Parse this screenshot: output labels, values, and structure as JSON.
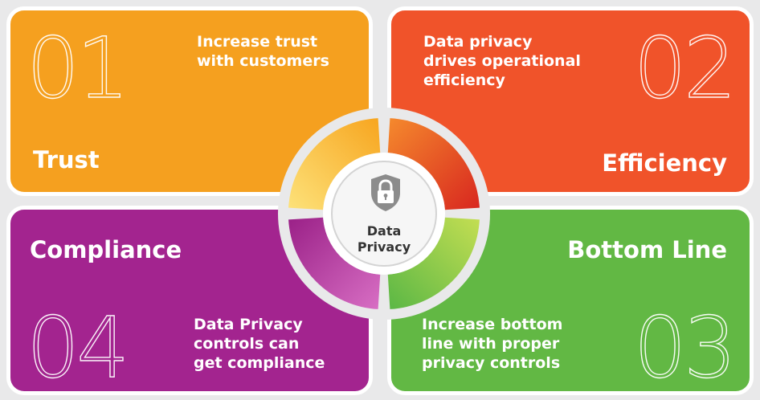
{
  "panels": [
    {
      "number": "01",
      "title": "Trust",
      "description": [
        "Increase trust",
        "with customers"
      ],
      "color": "#f5a01f"
    },
    {
      "number": "02",
      "title": "Efficiency",
      "description": [
        "Data privacy",
        "drives operational",
        "efficiency"
      ],
      "color": "#f0532a"
    },
    {
      "number": "03",
      "title": "Bottom Line",
      "description": [
        "Increase bottom",
        "line with proper",
        "privacy controls"
      ],
      "color": "#62b844"
    },
    {
      "number": "04",
      "title": "Compliance",
      "description": [
        "Data Privacy",
        "controls can",
        "get compliance"
      ],
      "color": "#a3248f"
    }
  ],
  "center": {
    "label": [
      "Data",
      "Privacy"
    ],
    "icon": "padlock-shield-icon"
  }
}
